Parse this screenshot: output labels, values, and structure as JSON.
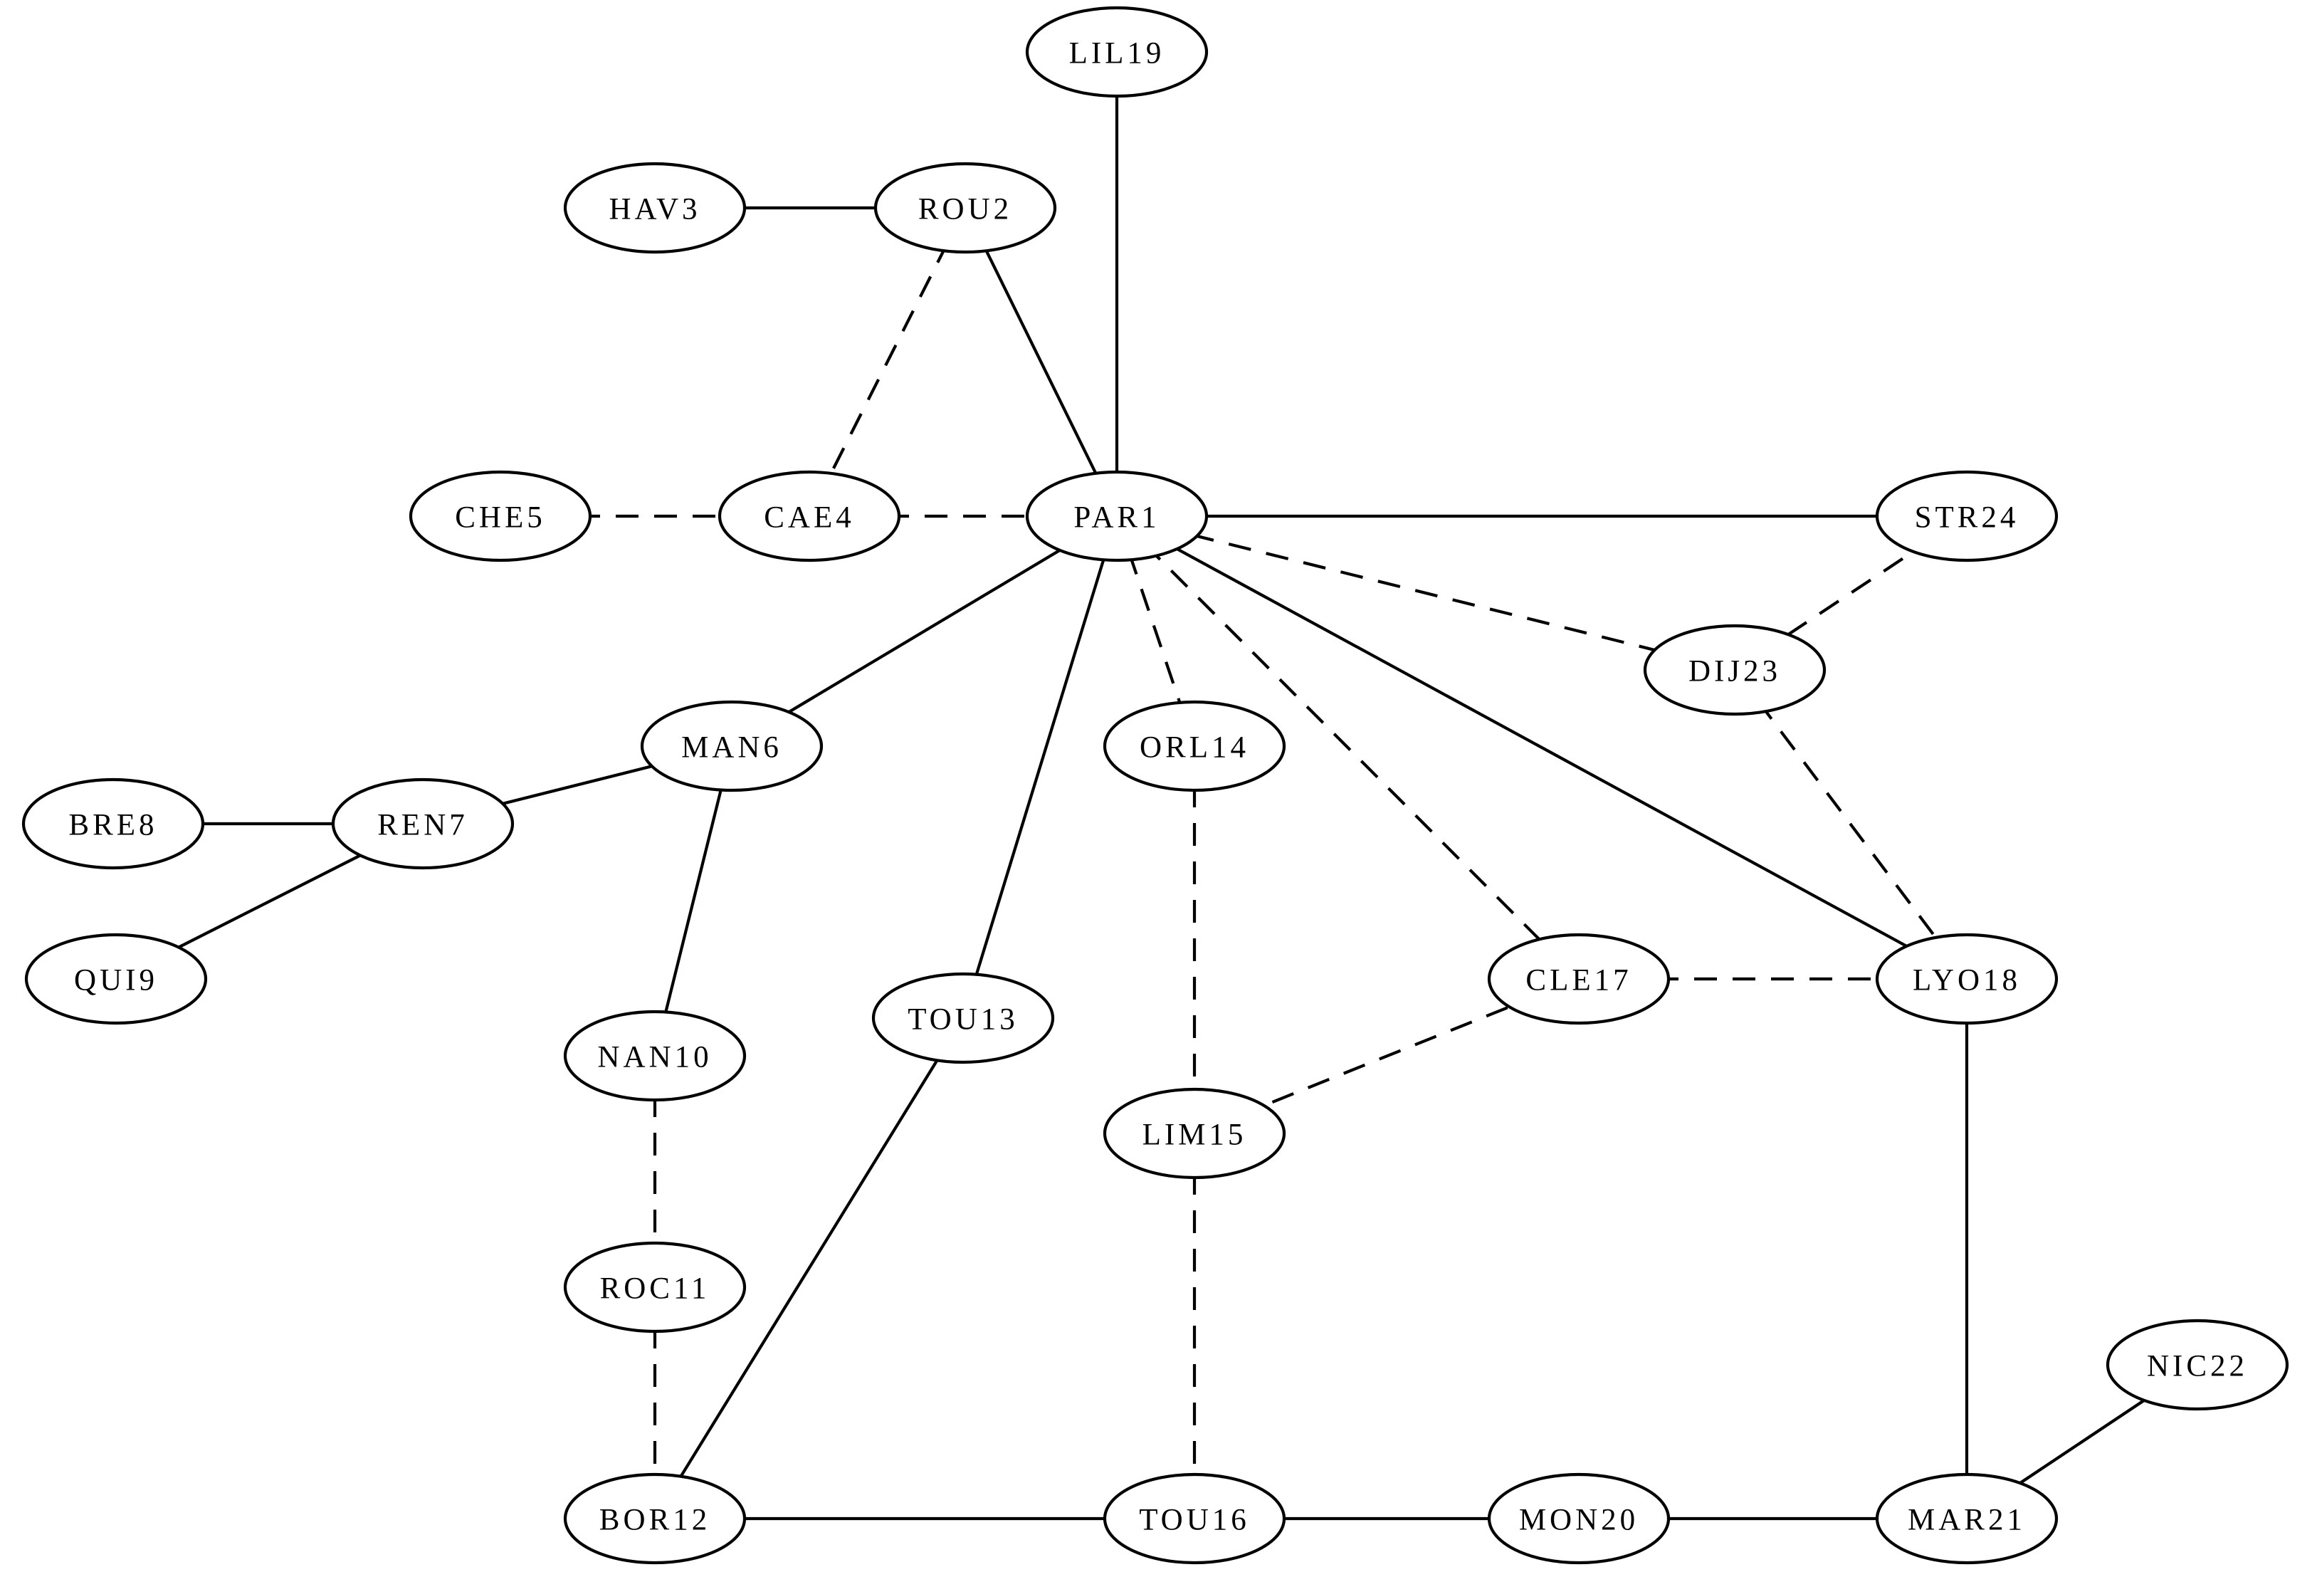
{
  "graph": {
    "nodes": [
      {
        "id": "PAR1",
        "label": "PAR1"
      },
      {
        "id": "ROU2",
        "label": "ROU2"
      },
      {
        "id": "HAV3",
        "label": "HAV3"
      },
      {
        "id": "CAE4",
        "label": "CAE4"
      },
      {
        "id": "CHE5",
        "label": "CHE5"
      },
      {
        "id": "MAN6",
        "label": "MAN6"
      },
      {
        "id": "REN7",
        "label": "REN7"
      },
      {
        "id": "BRE8",
        "label": "BRE8"
      },
      {
        "id": "QUI9",
        "label": "QUI9"
      },
      {
        "id": "NAN10",
        "label": "NAN10"
      },
      {
        "id": "ROC11",
        "label": "ROC11"
      },
      {
        "id": "BOR12",
        "label": "BOR12"
      },
      {
        "id": "TOU13",
        "label": "TOU13"
      },
      {
        "id": "ORL14",
        "label": "ORL14"
      },
      {
        "id": "LIM15",
        "label": "LIM15"
      },
      {
        "id": "TOU16",
        "label": "TOU16"
      },
      {
        "id": "CLE17",
        "label": "CLE17"
      },
      {
        "id": "LYO18",
        "label": "LYO18"
      },
      {
        "id": "LIL19",
        "label": "LIL19"
      },
      {
        "id": "MON20",
        "label": "MON20"
      },
      {
        "id": "MAR21",
        "label": "MAR21"
      },
      {
        "id": "NIC22",
        "label": "NIC22"
      },
      {
        "id": "DIJ23",
        "label": "DIJ23"
      },
      {
        "id": "STR24",
        "label": "STR24"
      }
    ],
    "edges": [
      {
        "from": "LIL19",
        "to": "PAR1",
        "style": "solid"
      },
      {
        "from": "HAV3",
        "to": "ROU2",
        "style": "solid"
      },
      {
        "from": "ROU2",
        "to": "PAR1",
        "style": "solid"
      },
      {
        "from": "ROU2",
        "to": "CAE4",
        "style": "dashed"
      },
      {
        "from": "CHE5",
        "to": "CAE4",
        "style": "dashed"
      },
      {
        "from": "CAE4",
        "to": "PAR1",
        "style": "dashed"
      },
      {
        "from": "PAR1",
        "to": "STR24",
        "style": "solid"
      },
      {
        "from": "PAR1",
        "to": "DIJ23",
        "style": "dashed"
      },
      {
        "from": "STR24",
        "to": "DIJ23",
        "style": "dashed"
      },
      {
        "from": "DIJ23",
        "to": "LYO18",
        "style": "dashed"
      },
      {
        "from": "PAR1",
        "to": "LYO18",
        "style": "solid"
      },
      {
        "from": "PAR1",
        "to": "MAN6",
        "style": "solid"
      },
      {
        "from": "PAR1",
        "to": "TOU13",
        "style": "solid"
      },
      {
        "from": "PAR1",
        "to": "ORL14",
        "style": "dashed"
      },
      {
        "from": "PAR1",
        "to": "CLE17",
        "style": "dashed"
      },
      {
        "from": "MAN6",
        "to": "REN7",
        "style": "solid"
      },
      {
        "from": "BRE8",
        "to": "REN7",
        "style": "solid"
      },
      {
        "from": "REN7",
        "to": "QUI9",
        "style": "solid"
      },
      {
        "from": "MAN6",
        "to": "NAN10",
        "style": "solid"
      },
      {
        "from": "NAN10",
        "to": "ROC11",
        "style": "dashed"
      },
      {
        "from": "ROC11",
        "to": "BOR12",
        "style": "dashed"
      },
      {
        "from": "TOU13",
        "to": "BOR12",
        "style": "solid"
      },
      {
        "from": "ORL14",
        "to": "LIM15",
        "style": "dashed"
      },
      {
        "from": "CLE17",
        "to": "LIM15",
        "style": "dashed"
      },
      {
        "from": "CLE17",
        "to": "LYO18",
        "style": "dashed"
      },
      {
        "from": "LIM15",
        "to": "TOU16",
        "style": "dashed"
      },
      {
        "from": "BOR12",
        "to": "TOU16",
        "style": "solid"
      },
      {
        "from": "TOU16",
        "to": "MON20",
        "style": "solid"
      },
      {
        "from": "MON20",
        "to": "MAR21",
        "style": "solid"
      },
      {
        "from": "LYO18",
        "to": "MAR21",
        "style": "solid"
      },
      {
        "from": "NIC22",
        "to": "MAR21",
        "style": "solid"
      }
    ]
  }
}
